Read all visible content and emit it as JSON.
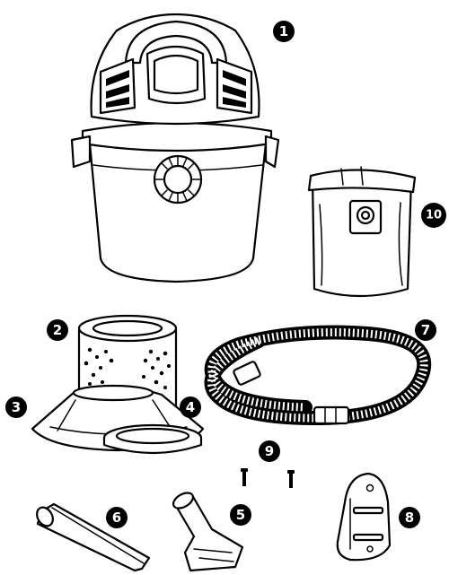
{
  "parts": [
    {
      "id": "wet-dry-vac",
      "callout": "1"
    },
    {
      "id": "cartridge-filter",
      "callout": "2"
    },
    {
      "id": "filter-cover",
      "callout": "3"
    },
    {
      "id": "filter-retainer",
      "callout": "4"
    },
    {
      "id": "floor-nozzle",
      "callout": "5"
    },
    {
      "id": "crevice-tool",
      "callout": "6"
    },
    {
      "id": "hose",
      "callout": "7"
    },
    {
      "id": "accessory-holder",
      "callout": "8"
    },
    {
      "id": "screws",
      "callout": "9"
    },
    {
      "id": "filter-bag",
      "callout": "10"
    }
  ],
  "colors": {
    "ink": "#000000",
    "paper": "#ffffff"
  }
}
